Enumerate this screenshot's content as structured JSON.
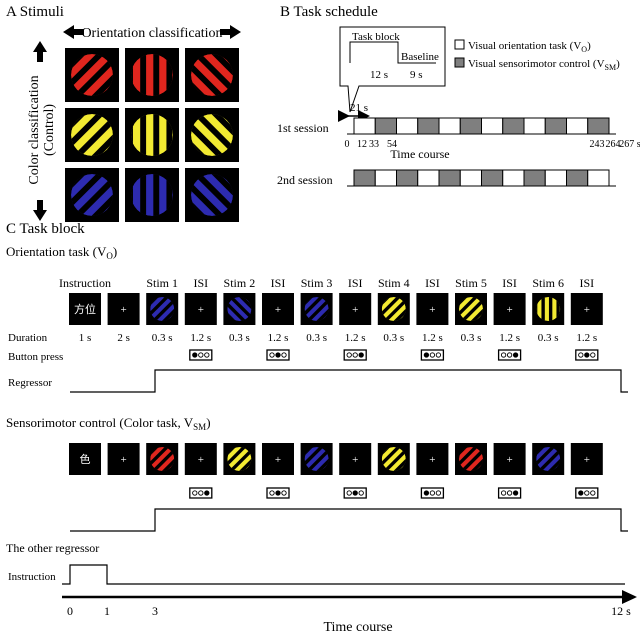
{
  "panel_a": {
    "title": "A  Stimuli",
    "x_label": "Orientation classification",
    "y_label_line1": "Color classification",
    "y_label_line2": "(Control)",
    "grid": [
      [
        "#e0261e",
        "#e0261e",
        "#e0261e"
      ],
      [
        "#f2ea32",
        "#f2ea32",
        "#f2ea32"
      ],
      [
        "#2d2bb0",
        "#2d2bb0",
        "#2d2bb0"
      ]
    ],
    "orientations_deg": [
      45,
      0,
      -45
    ]
  },
  "panel_b": {
    "title": "B  Task schedule",
    "inset_task_block": "Task block",
    "inset_baseline": "Baseline",
    "inset_task_duration": "12 s",
    "inset_baseline_duration": "9 s",
    "legend_vo": "Visual orientation task (V",
    "legend_vo_sub": "O",
    "legend_vsm": "Visual sensorimotor control (V",
    "legend_vsm_sub": "SM",
    "interval_label": "21 s",
    "session1": "1st session",
    "session2": "2nd session",
    "axis_title": "Time course",
    "tick_labels": [
      "0",
      "12",
      "33",
      "54",
      "243",
      "264",
      "267 s"
    ],
    "session1_blocks": [
      "W",
      "G",
      "W",
      "G",
      "W",
      "G",
      "W",
      "G",
      "W",
      "G",
      "W",
      "G"
    ],
    "session2_blocks": [
      "G",
      "W",
      "G",
      "W",
      "G",
      "W",
      "G",
      "W",
      "G",
      "W",
      "G",
      "W"
    ],
    "colors": {
      "vo": "#ffffff",
      "vsm": "#7f7f7f"
    }
  },
  "panel_c": {
    "title": "C  Task block",
    "orientation_title": "Orientation task (V",
    "orientation_title_sub": "O",
    "step_labels": [
      "Instruction",
      "",
      "Stim 1",
      "ISI",
      "Stim 2",
      "ISI",
      "Stim 3",
      "ISI",
      "Stim 4",
      "ISI",
      "Stim 5",
      "ISI",
      "Stim 6",
      "ISI"
    ],
    "durations_label": "Duration",
    "durations": [
      "1 s",
      "2 s",
      "0.3 s",
      "1.2 s",
      "0.3 s",
      "1.2 s",
      "0.3 s",
      "1.2 s",
      "0.3 s",
      "1.2 s",
      "0.3 s",
      "1.2 s",
      "0.3 s",
      "1.2 s"
    ],
    "button_press_label": "Button press",
    "regressor_label": "Regressor",
    "orientation_screens": [
      {
        "kind": "text",
        "text": "方位"
      },
      {
        "kind": "fix",
        "text": "+"
      },
      {
        "kind": "stim",
        "color": "#2d2bb0",
        "angle": 45
      },
      {
        "kind": "fix",
        "text": "+"
      },
      {
        "kind": "stim",
        "color": "#2d2bb0",
        "angle": -45
      },
      {
        "kind": "fix",
        "text": "+"
      },
      {
        "kind": "stim",
        "color": "#2d2bb0",
        "angle": 45
      },
      {
        "kind": "fix",
        "text": "+"
      },
      {
        "kind": "stim",
        "color": "#f2ea32",
        "angle": 45
      },
      {
        "kind": "fix",
        "text": "+"
      },
      {
        "kind": "stim",
        "color": "#f2ea32",
        "angle": 45
      },
      {
        "kind": "fix",
        "text": "+"
      },
      {
        "kind": "stim",
        "color": "#f2ea32",
        "angle": 0
      },
      {
        "kind": "fix",
        "text": "+"
      }
    ],
    "orientation_buttons": [
      [
        1,
        0,
        0
      ],
      [
        0,
        1,
        0
      ],
      [
        0,
        0,
        1
      ],
      [
        1,
        0,
        0
      ],
      [
        0,
        0,
        1
      ],
      [
        0,
        1,
        0
      ]
    ],
    "control_title": "Sensorimotor control (Color task, V",
    "control_title_sub": "SM",
    "control_screens": [
      {
        "kind": "text",
        "text": "色"
      },
      {
        "kind": "fix",
        "text": "+"
      },
      {
        "kind": "stim",
        "color": "#e0261e",
        "angle": 45
      },
      {
        "kind": "fix",
        "text": "+"
      },
      {
        "kind": "stim",
        "color": "#f2ea32",
        "angle": 45
      },
      {
        "kind": "fix",
        "text": "+"
      },
      {
        "kind": "stim",
        "color": "#2d2bb0",
        "angle": 45
      },
      {
        "kind": "fix",
        "text": "+"
      },
      {
        "kind": "stim",
        "color": "#f2ea32",
        "angle": 45
      },
      {
        "kind": "fix",
        "text": "+"
      },
      {
        "kind": "stim",
        "color": "#e0261e",
        "angle": 45
      },
      {
        "kind": "fix",
        "text": "+"
      },
      {
        "kind": "stim",
        "color": "#2d2bb0",
        "angle": 45
      },
      {
        "kind": "fix",
        "text": "+"
      }
    ],
    "control_buttons": [
      [
        0,
        0,
        1
      ],
      [
        0,
        1,
        0
      ],
      [
        0,
        1,
        0
      ],
      [
        1,
        0,
        0
      ],
      [
        0,
        0,
        1
      ],
      [
        1,
        0,
        0
      ]
    ],
    "other_regressor_title": "The other regressor",
    "instruction_label": "Instruction",
    "time_ticks": [
      "0",
      "1",
      "3",
      "12 s"
    ],
    "time_axis_title": "Time course"
  }
}
